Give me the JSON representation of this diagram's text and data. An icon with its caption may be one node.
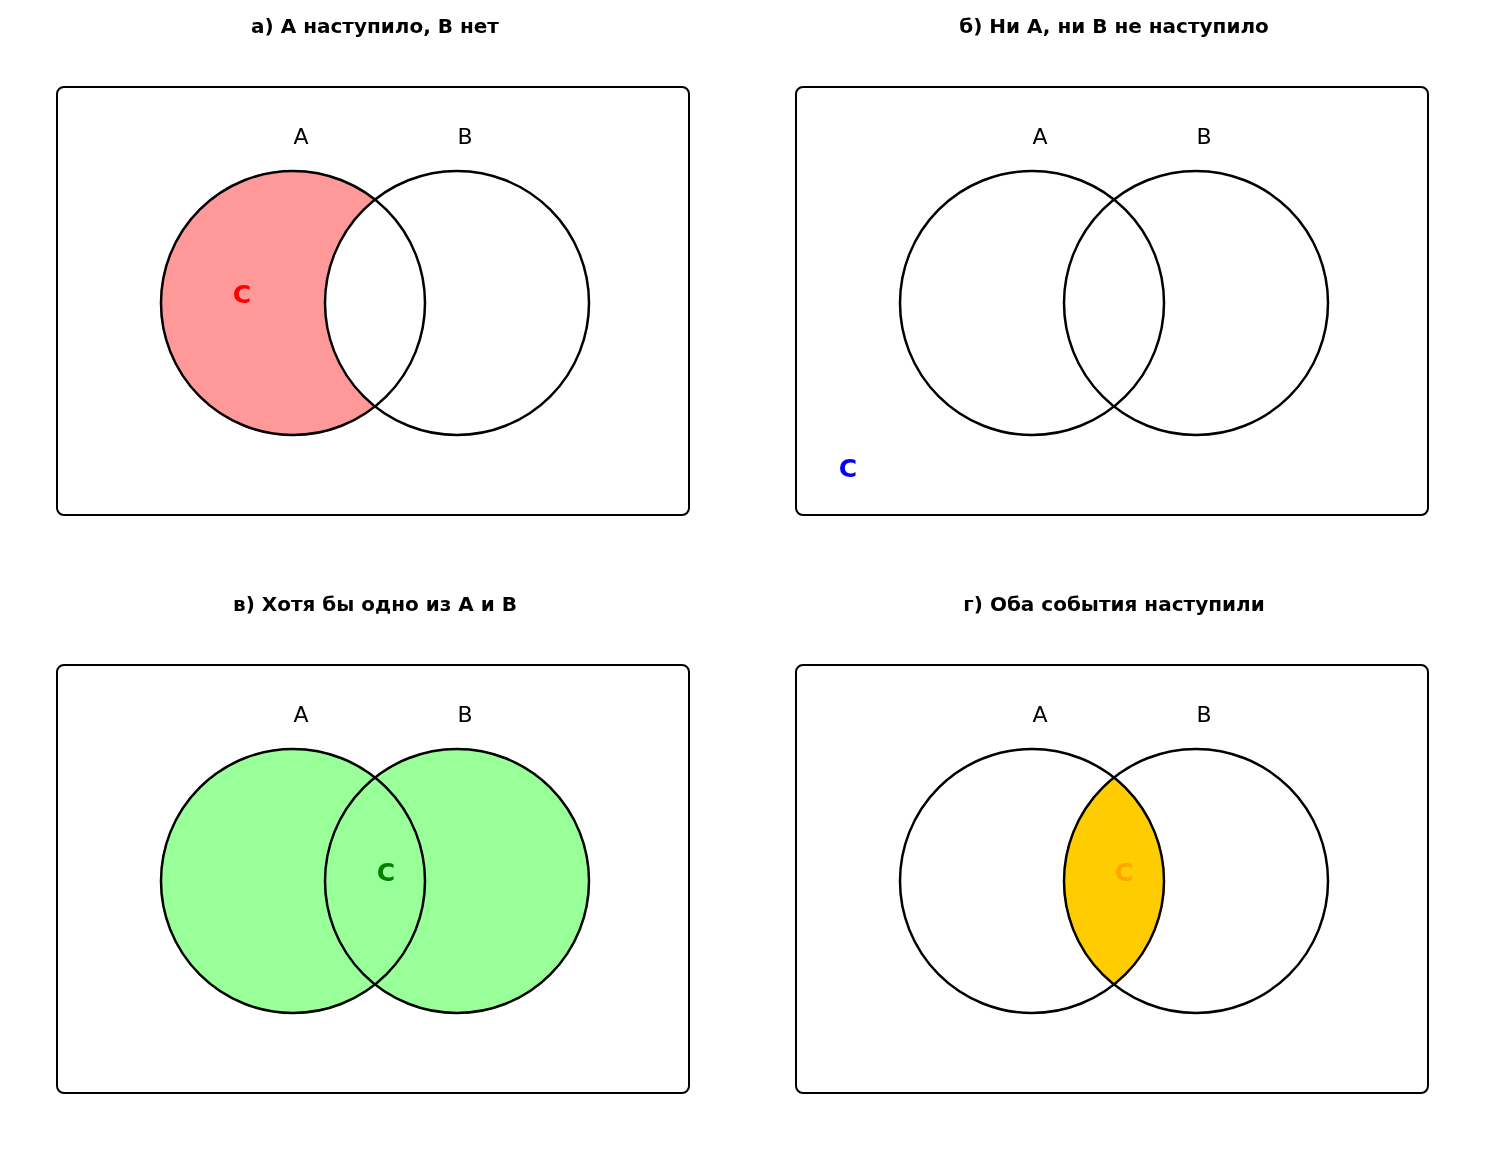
{
  "diagram": {
    "nodes": [
      {
        "text": [
          "а) A наступило, B нет"
        ]
      },
      {
        "text": [
          "A"
        ],
        "in": 0
      },
      {
        "text": [
          "B"
        ],
        "in": 0
      },
      {
        "text": [
          "б) Ни A, ни B не наступило"
        ]
      },
      {
        "text": [
          "A"
        ],
        "in": 3
      },
      {
        "text": [
          "B"
        ],
        "in": 3
      },
      {
        "text": [
          "в) Хотя бы одно из A и B"
        ]
      },
      {
        "text": [
          "A"
        ],
        "in": 6
      },
      {
        "text": [
          "B"
        ],
        "in": 6
      },
      {
        "text": [
          "г) Оба события наступили"
        ]
      },
      {
        "text": [
          "A"
        ],
        "in": 9
      },
      {
        "text": [
          "B"
        ],
        "in": 9
      }
    ],
    "labels": [
      "C",
      "C",
      "C",
      "C"
    ]
  }
}
